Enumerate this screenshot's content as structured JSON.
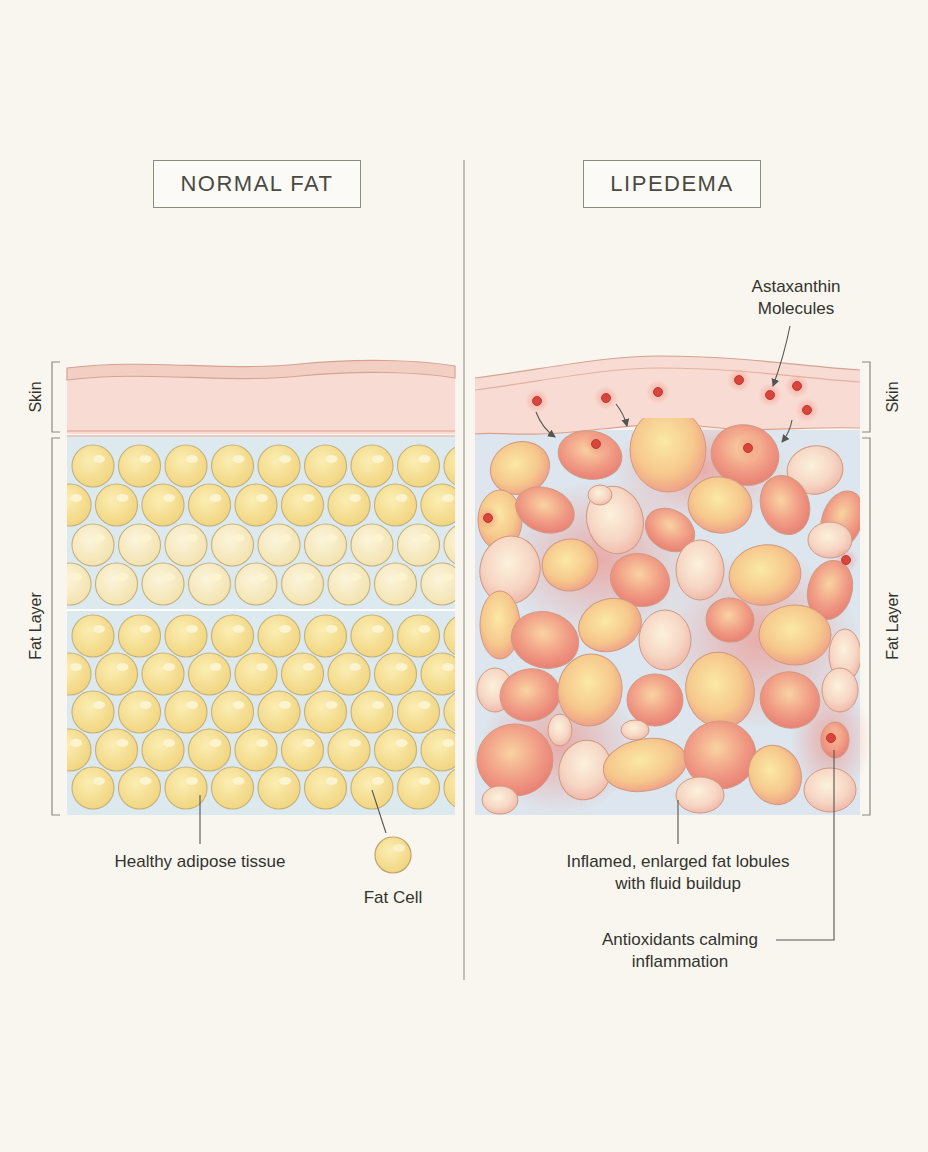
{
  "diagram": {
    "nodes": [
      {
        "text": [
          "NORMAL FAT"
        ]
      },
      {
        "text": [
          "LIPEDEMA"
        ]
      }
    ],
    "labels": [
      "Skin",
      "Fat Layer",
      "Healthy adipose tissue",
      "Fat Cell",
      "Astaxanthin Molecules",
      "Skin",
      "Fat Layer",
      "Inflamed, enlarged fat lobules with fluid buildup",
      "Antioxidants calming inflammation"
    ]
  }
}
